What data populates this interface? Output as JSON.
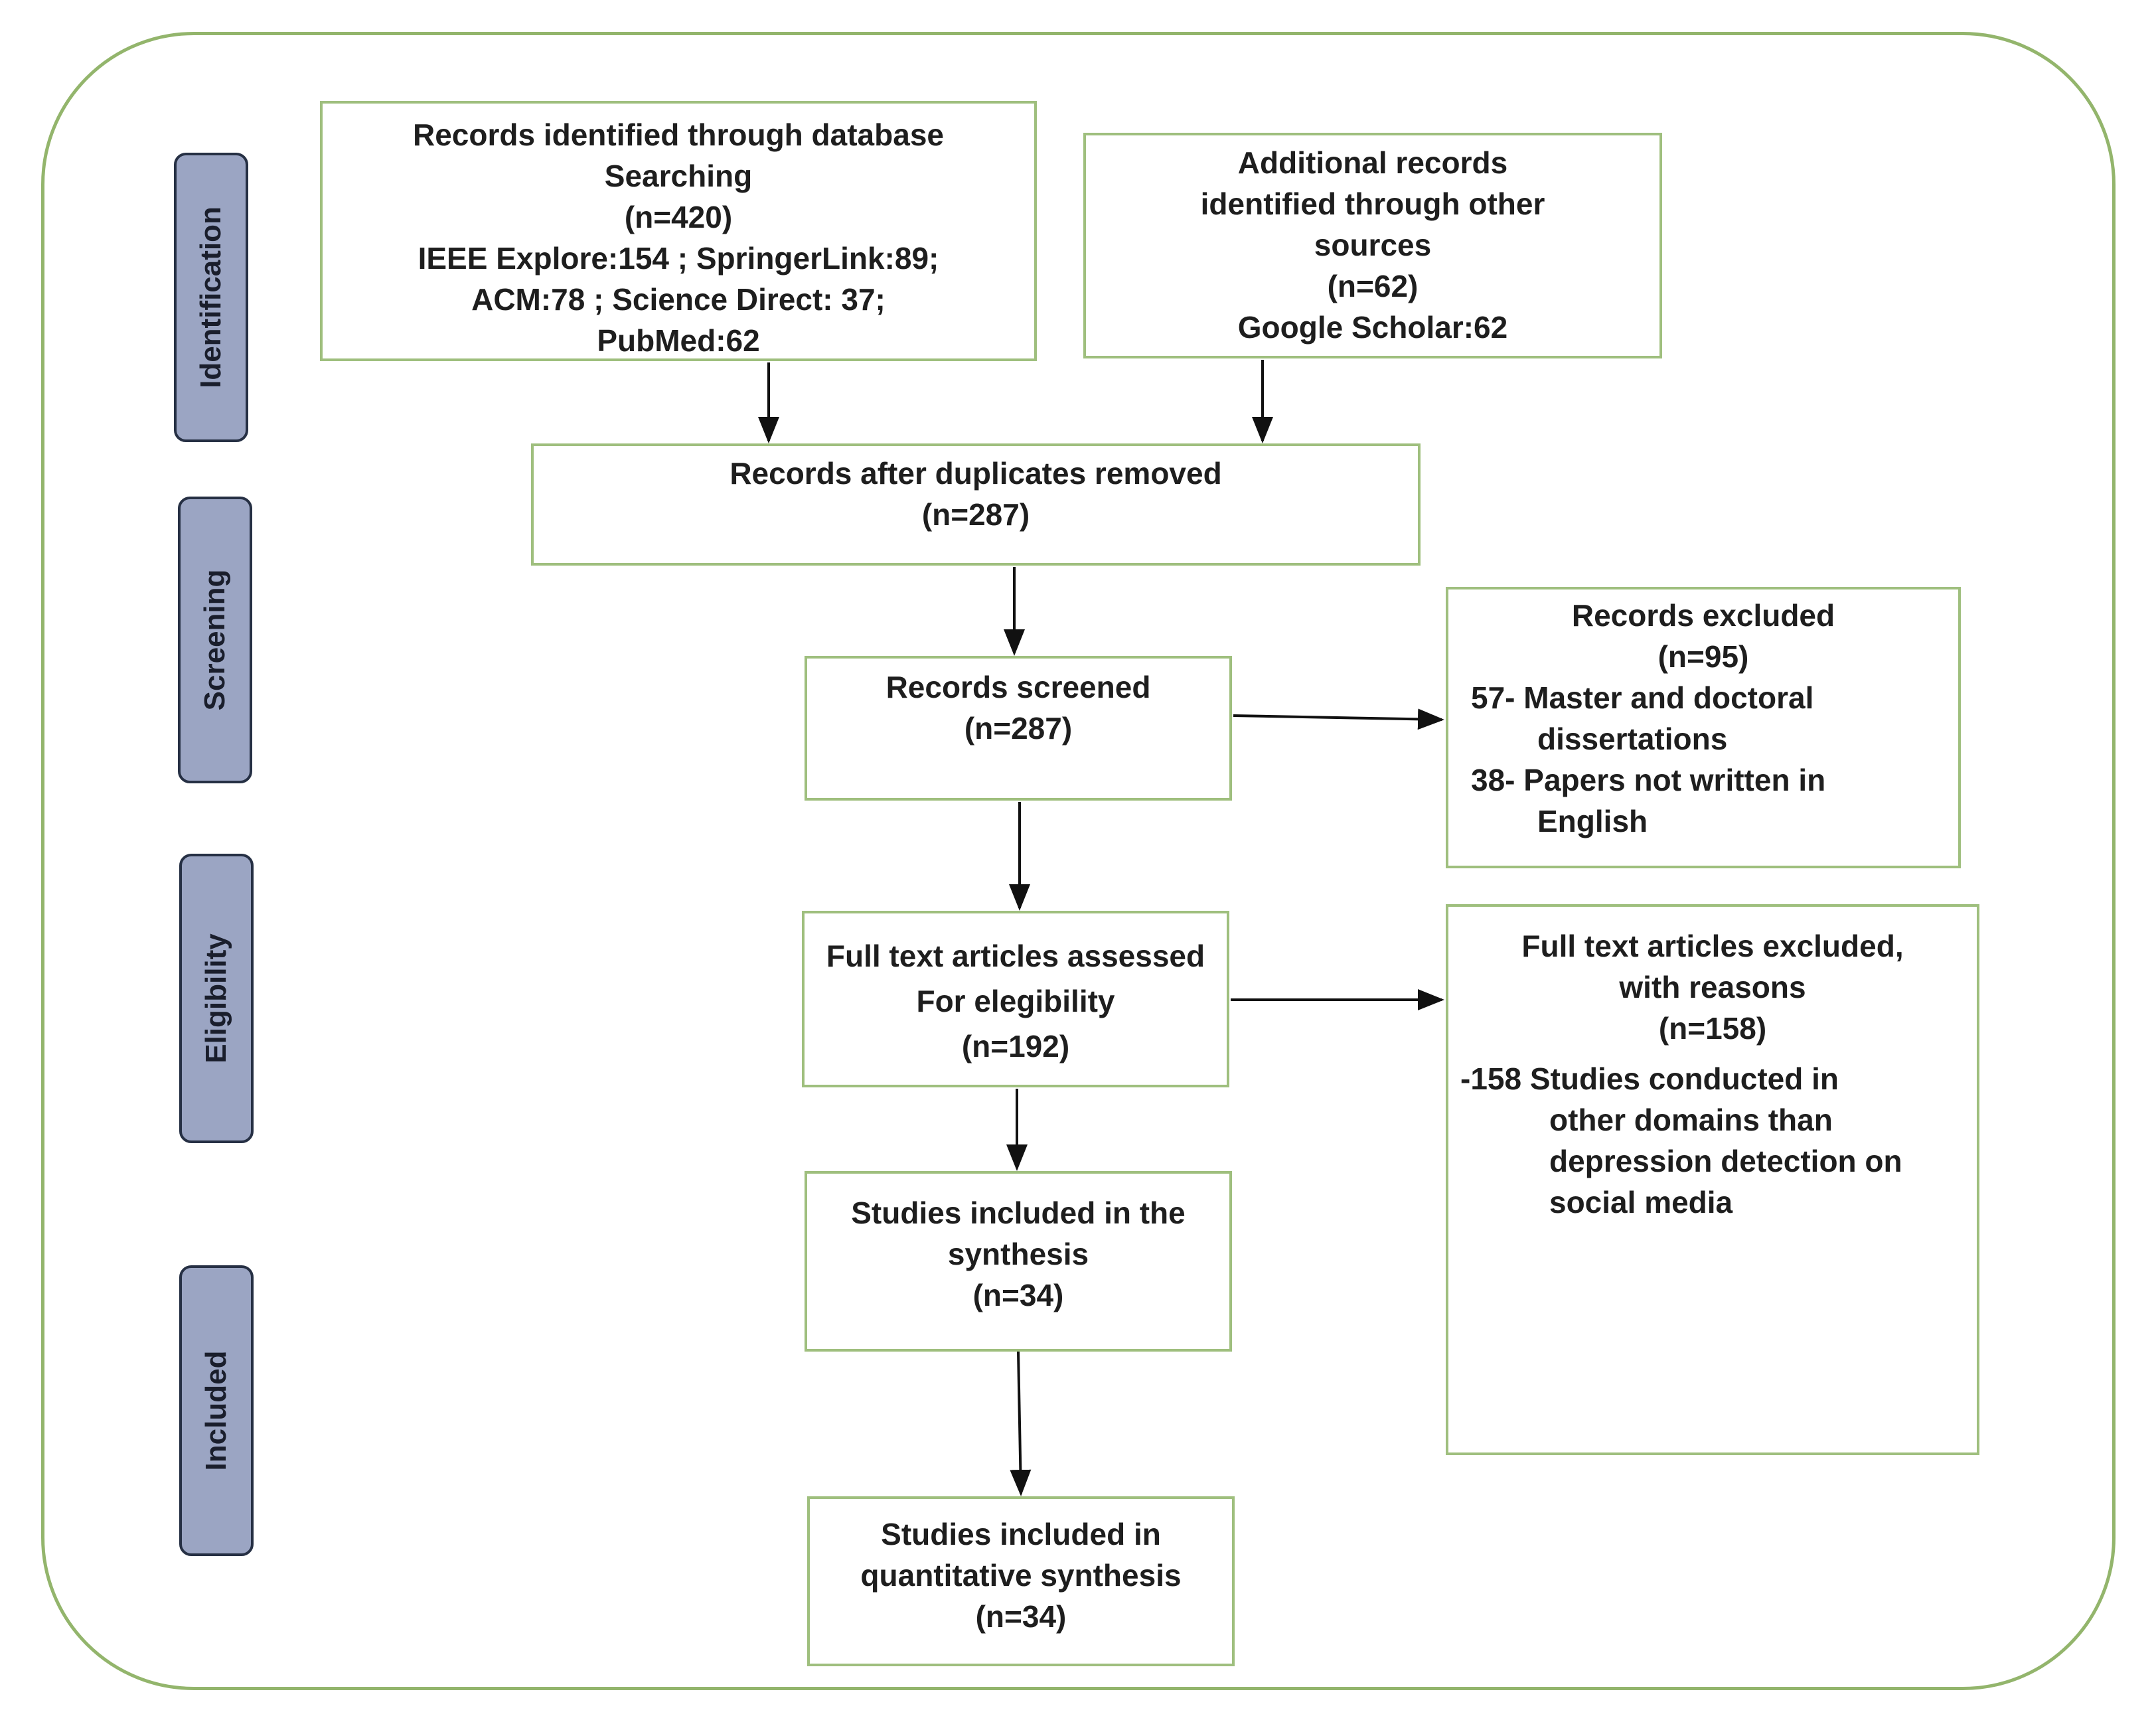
{
  "stages": [
    {
      "label": "Identification"
    },
    {
      "label": "Screening"
    },
    {
      "label": "Eligibility"
    },
    {
      "label": "Included"
    }
  ],
  "boxes": {
    "database": {
      "lines": [
        "Records identified through database",
        "Searching",
        "(n=420)",
        "IEEE  Explore:154  ; SpringerLink:89;",
        "ACM:78 ; Science Direct: 37;",
        "PubMed:62"
      ]
    },
    "other_sources": {
      "lines": [
        "Additional  records",
        "identified through other",
        "sources",
        "(n=62)",
        "Google  Scholar:62"
      ]
    },
    "duplicates_removed": {
      "lines": [
        "Records after duplicates removed",
        "(n=287)"
      ]
    },
    "screened": {
      "lines": [
        "Records screened",
        "(n=287)"
      ]
    },
    "excluded": {
      "title": "Records excluded",
      "count": "(n=95)",
      "items": [
        "57- Master and doctoral",
        "dissertations",
        "38- Papers not written in",
        "English"
      ]
    },
    "full_text": {
      "lines": [
        "Full text articles assessed",
        "For elegibility",
        "(n=192)"
      ]
    },
    "full_text_excluded": {
      "title": "Full  text articles excluded,",
      "subtitle": "with reasons",
      "count": "(n=158)",
      "items": [
        "-158 Studies conducted in",
        "other  domains than",
        "depression detection on",
        "social media"
      ]
    },
    "synthesis": {
      "lines": [
        "Studies included in the",
        "synthesis",
        "(n=34)"
      ]
    },
    "quantitative": {
      "lines": [
        "Studies included in",
        "quantitative synthesis",
        "(n=34)"
      ]
    }
  }
}
